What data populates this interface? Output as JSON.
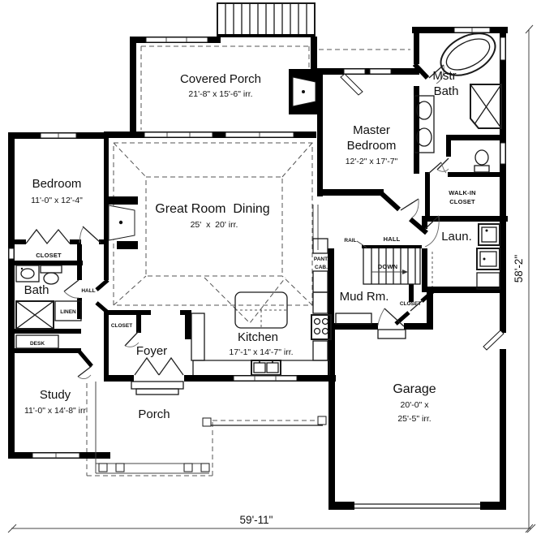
{
  "plan": {
    "dimensions": {
      "overall_width": "59'-11\"",
      "overall_height": "58'-2\""
    },
    "rooms": {
      "covered_porch": {
        "name": "Covered Porch",
        "size": "21'-8\" x 15'-6\" irr."
      },
      "master_bedroom": {
        "line1": "Master",
        "line2": "Bedroom",
        "size": "12'-2\" x 17'-7\""
      },
      "mstr_bath": {
        "line1": "Mstr",
        "line2": "Bath"
      },
      "walk_in_closet": {
        "line1": "WALK-IN",
        "line2": "CLOSET"
      },
      "laundry": {
        "name": "Laun."
      },
      "great_room": {
        "name": "Great Room  Dining",
        "size": "25'  x  20' irr."
      },
      "bedroom": {
        "name": "Bedroom",
        "size": "11'-0\" x 12'-4\""
      },
      "bedroom_closet": {
        "name": "CLOSET"
      },
      "bath": {
        "name": "Bath"
      },
      "hall_left": {
        "name": "HALL"
      },
      "linen": {
        "name": "LINEN"
      },
      "desk": {
        "name": "DESK"
      },
      "study": {
        "name": "Study",
        "size": "11'-0\" x 14'-8\" irr"
      },
      "foyer_closet": {
        "name": "CLOSET"
      },
      "foyer": {
        "name": "Foyer"
      },
      "porch": {
        "name": "Porch"
      },
      "kitchen": {
        "name": "Kitchen",
        "size": "17'-1\" x 14'-7\" irr."
      },
      "pantry": {
        "line1": "PANT.",
        "line2": "CAB."
      },
      "rail": {
        "name": "RAIL"
      },
      "hall_right": {
        "name": "HALL"
      },
      "stairs": {
        "name": "DOWN"
      },
      "mud_room": {
        "name": "Mud Rm."
      },
      "mud_closet": {
        "name": "CLOSET"
      },
      "garage": {
        "name": "Garage",
        "size_line1": "20'-0\" x",
        "size_line2": "25'-5\" irr."
      }
    },
    "colors": {
      "wall": "#000000",
      "background": "#ffffff",
      "line": "#555555"
    }
  }
}
